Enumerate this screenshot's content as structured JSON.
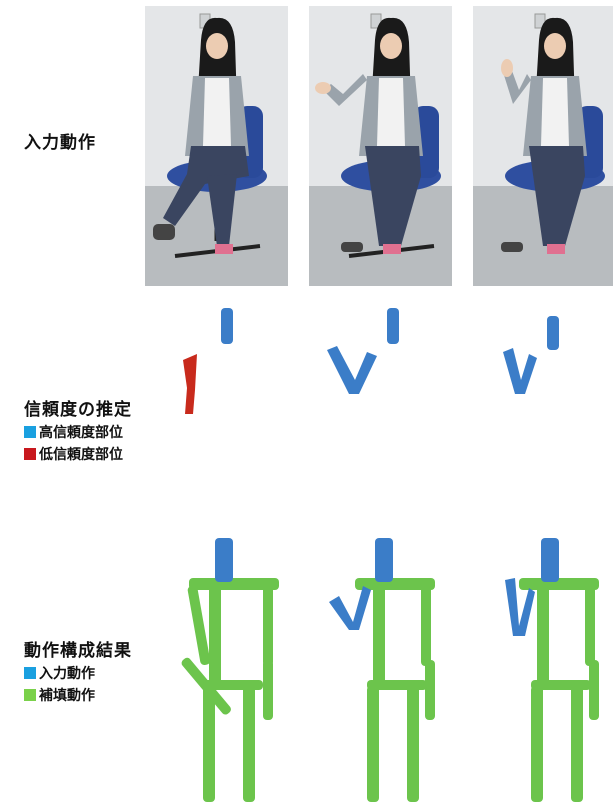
{
  "rows": {
    "input": {
      "title": "入力動作"
    },
    "confidence": {
      "title": "信頼度の推定",
      "legend": [
        {
          "label": "高信頼度部位",
          "color": "#1aa0e0"
        },
        {
          "label": "低信頼度部位",
          "color": "#c8181e"
        }
      ]
    },
    "result": {
      "title": "動作構成結果",
      "legend": [
        {
          "label": "入力動作",
          "color": "#1aa0e0"
        },
        {
          "label": "補填動作",
          "color": "#7ad14a"
        }
      ]
    }
  },
  "colors": {
    "skeleton_blue": "#3b7dc8",
    "skeleton_green": "#6cc44c",
    "low_conf_red": "#c82a1c"
  }
}
